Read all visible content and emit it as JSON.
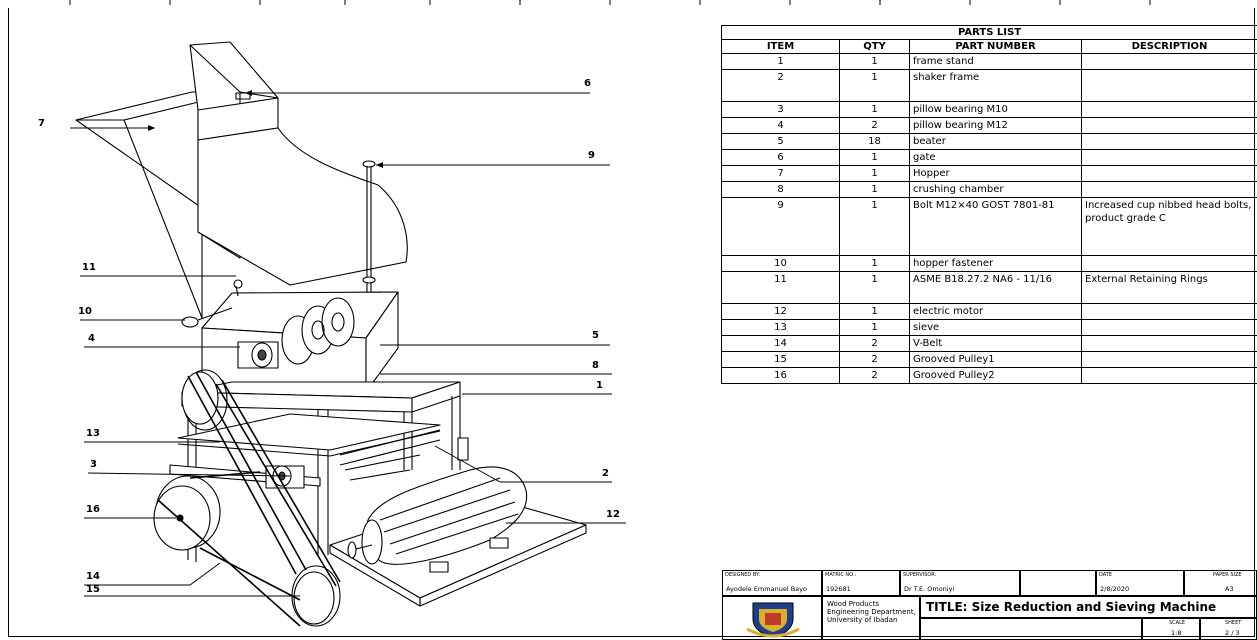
{
  "callouts": [
    "1",
    "2",
    "3",
    "4",
    "5",
    "6",
    "7",
    "8",
    "9",
    "10",
    "11",
    "12",
    "13",
    "14",
    "15",
    "16"
  ],
  "parts_list": {
    "heading": "PARTS LIST",
    "columns": [
      "ITEM",
      "QTY",
      "PART NUMBER",
      "DESCRIPTION"
    ],
    "rows": [
      {
        "item": "1",
        "qty": "1",
        "part": "frame stand",
        "desc": ""
      },
      {
        "item": "2",
        "qty": "1",
        "part": "shaker frame",
        "desc": ""
      },
      {
        "item": "3",
        "qty": "1",
        "part": "pillow bearing M10",
        "desc": ""
      },
      {
        "item": "4",
        "qty": "2",
        "part": "pillow bearing M12",
        "desc": ""
      },
      {
        "item": "5",
        "qty": "18",
        "part": "beater",
        "desc": ""
      },
      {
        "item": "6",
        "qty": "1",
        "part": "gate",
        "desc": ""
      },
      {
        "item": "7",
        "qty": "1",
        "part": "Hopper",
        "desc": ""
      },
      {
        "item": "8",
        "qty": "1",
        "part": "crushing chamber",
        "desc": ""
      },
      {
        "item": "9",
        "qty": "1",
        "part": "Bolt M12×40 GOST 7801-81",
        "desc": "Increased cup nibbed head bolts, product grade C"
      },
      {
        "item": "10",
        "qty": "1",
        "part": "hopper fastener",
        "desc": ""
      },
      {
        "item": "11",
        "qty": "1",
        "part": "ASME B18.27.2 NA6 - 11/16",
        "desc": "External Retaining Rings"
      },
      {
        "item": "12",
        "qty": "1",
        "part": "electric motor",
        "desc": ""
      },
      {
        "item": "13",
        "qty": "1",
        "part": "sieve",
        "desc": ""
      },
      {
        "item": "14",
        "qty": "2",
        "part": "V-Belt",
        "desc": ""
      },
      {
        "item": "15",
        "qty": "2",
        "part": "Grooved Pulley1",
        "desc": ""
      },
      {
        "item": "16",
        "qty": "2",
        "part": "Grooved Pulley2",
        "desc": ""
      }
    ]
  },
  "title_block": {
    "designed_by_label": "DESIGNED BY:",
    "designed_by": "Ayodele Emmanuel Bayo",
    "matric_label": "MATRIC NO.:",
    "matric": "192681",
    "supervisor_label": "SUPERVISOR:",
    "supervisor": "Dr T.E. Omoniyi",
    "date_label": "DATE",
    "date": "2/8/2020",
    "paper_size_label": "PAPER SIZE",
    "paper_size": "A3",
    "department": "Wood Products Engineering Department, University of Ibadan",
    "title": "TITLE:  Size Reduction and Sieving Machine",
    "scale_label": "SCALE",
    "scale": "1:8",
    "sheet_label": "SHEET",
    "sheet": "2 / 3"
  }
}
